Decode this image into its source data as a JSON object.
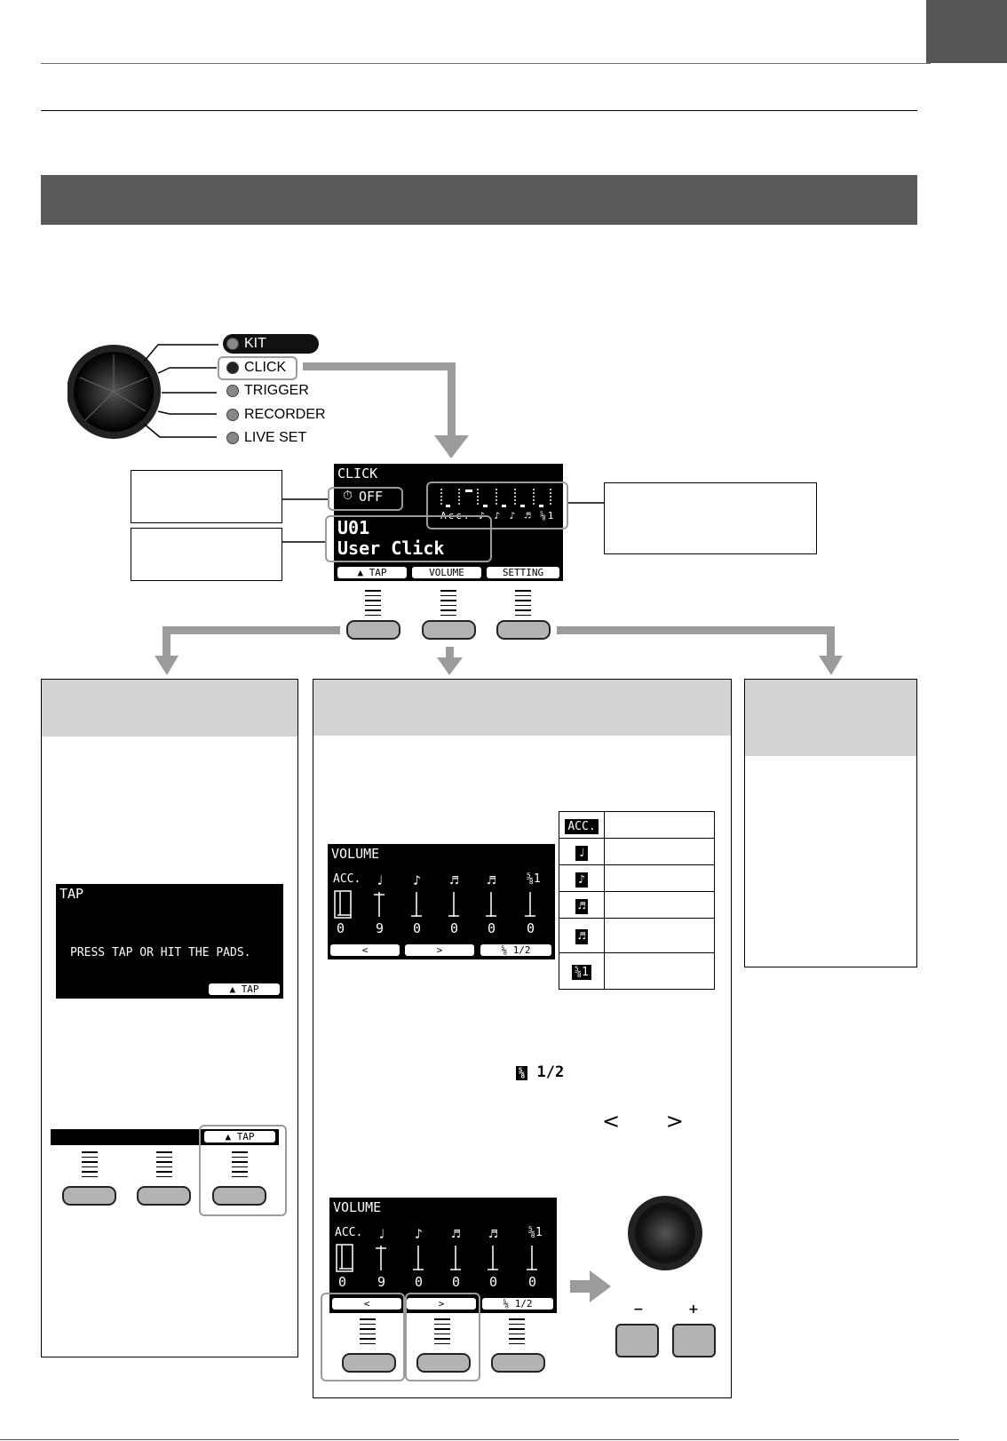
{
  "modes": [
    "KIT",
    "CLICK",
    "TRIGGER",
    "RECORDER",
    "LIVE SET"
  ],
  "click_screen": {
    "title": "CLICK",
    "timer": "OFF",
    "number": "U01",
    "name": "User Click",
    "volume_labels": [
      "Acc.",
      "♪",
      "♪",
      "♪",
      "♬",
      "⅝1"
    ],
    "softkeys": [
      "TAP",
      "VOLUME",
      "SETTING"
    ]
  },
  "tap_screen": {
    "title": "TAP",
    "message": "PRESS TAP OR HIT THE PADS.",
    "softkey": "TAP"
  },
  "volume_screen": {
    "title": "VOLUME",
    "columns": [
      "ACC.",
      "♩",
      "♪",
      "♬",
      "♬",
      "⅝1"
    ],
    "values": [
      "0",
      "9",
      "0",
      "0",
      "0",
      "0"
    ],
    "softkeys": [
      "<",
      ">",
      "1/2"
    ]
  },
  "legend_symbols": [
    "ACC.",
    "♩",
    "♪",
    "♬",
    "♬",
    "⅝1"
  ],
  "inline_page_label": "1/2",
  "arrows": [
    "<",
    ">"
  ],
  "plus_minus": [
    "−",
    "+"
  ]
}
